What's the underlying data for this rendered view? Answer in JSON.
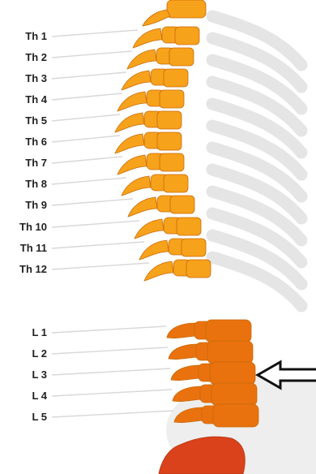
{
  "diagram": {
    "thoracic_labels": [
      "Th 1",
      "Th 2",
      "Th 3",
      "Th 4",
      "Th 5",
      "Th 6",
      "Th 7",
      "Th 8",
      "Th 9",
      "Th 10",
      "Th 11",
      "Th 12"
    ],
    "lumbar_labels": [
      "L 1",
      "L 2",
      "L 3",
      "L 4",
      "L 5"
    ],
    "highlighted_vertebra": "L 3",
    "indicator": "arrow-left-icon",
    "colors": {
      "thoracic": "#f7a21b",
      "lumbar": "#e9720e",
      "sacrum": "#d9421a",
      "outline": "#c96a08",
      "ribs": "#e5e5e5",
      "leader": "#d8d8d8",
      "label": "#222222"
    }
  }
}
